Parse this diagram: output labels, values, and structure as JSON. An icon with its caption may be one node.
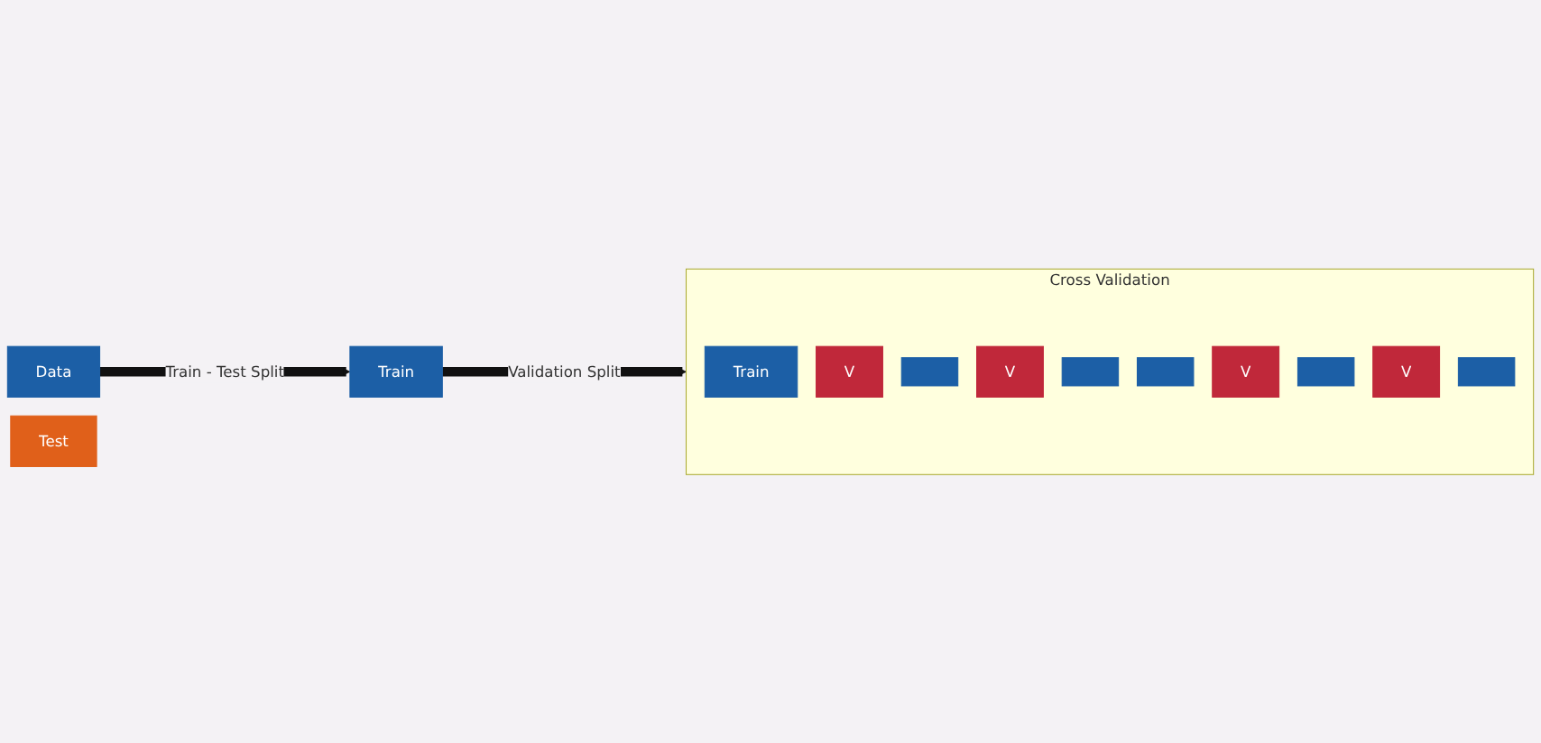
{
  "diagram": {
    "nodes": [
      {
        "text": [
          "Data"
        ]
      },
      {
        "text": [
          "Train"
        ]
      },
      {
        "text": [
          "Test"
        ]
      },
      {
        "text": [
          "Cross Validation"
        ]
      },
      {
        "text": [
          "Train"
        ],
        "in": 3
      },
      {
        "text": [
          "V"
        ],
        "in": 3
      },
      {
        "text": [],
        "shape": "bar",
        "in": 3
      },
      {
        "text": [
          "V"
        ],
        "in": 3
      },
      {
        "text": [],
        "shape": "bar",
        "in": 3
      },
      {
        "text": [],
        "shape": "bar",
        "in": 3
      },
      {
        "text": [
          "V"
        ],
        "in": 3
      },
      {
        "text": [],
        "shape": "bar",
        "in": 3
      },
      {
        "text": [
          "V"
        ],
        "in": 3
      },
      {
        "text": [],
        "shape": "bar",
        "in": 3
      }
    ],
    "edges": [
      {
        "from": 0,
        "to": 1,
        "label": "Train - Test Split",
        "arrow": "to"
      },
      {
        "from": 1,
        "to": 3,
        "label": "Validation Split",
        "arrow": "to"
      }
    ]
  }
}
